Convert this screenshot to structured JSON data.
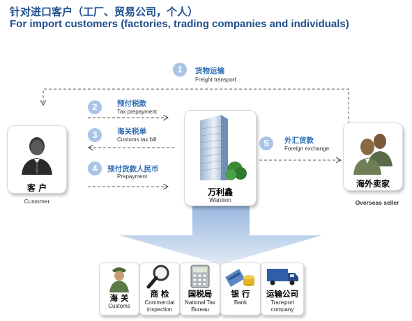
{
  "title": {
    "cn": "针对进口客户（工厂、贸易公司，个人）",
    "en": "For import customers (factories, trading companies and individuals)"
  },
  "steps": [
    {
      "num": "1",
      "cn": "货物运输",
      "en": "Freight transport"
    },
    {
      "num": "2",
      "cn": "预付税款",
      "en": "Tax prepayment"
    },
    {
      "num": "3",
      "cn": "海关税单",
      "en": "Customs tax bill"
    },
    {
      "num": "4",
      "cn": "预付货款人民币",
      "en": "Prepayment"
    },
    {
      "num": "5",
      "cn": "外汇货款",
      "en": "Foreign exchange"
    }
  ],
  "nodes": {
    "customer": {
      "cn": "客 户",
      "en": "Customer"
    },
    "center": {
      "cn": "万利鑫",
      "en": "Wanlixin"
    },
    "seller": {
      "cn": "海外卖家",
      "en": "Overseas seller"
    }
  },
  "agencies": [
    {
      "cn": "海  关",
      "en": "Customs",
      "icon": "soldier-icon"
    },
    {
      "cn": "商  检",
      "en": "Commercial inspection",
      "icon": "magnifier-icon"
    },
    {
      "cn": "国税局",
      "en": "National Tax Bureau",
      "icon": "calculator-icon"
    },
    {
      "cn": "银  行",
      "en": "Bank",
      "icon": "bank-card-icon"
    },
    {
      "cn": "运输公司",
      "en": "Transport company",
      "icon": "truck-icon"
    }
  ],
  "colors": {
    "accent": "#1f4e8c",
    "step": "#a9c4e6",
    "label": "#2e6db4"
  }
}
